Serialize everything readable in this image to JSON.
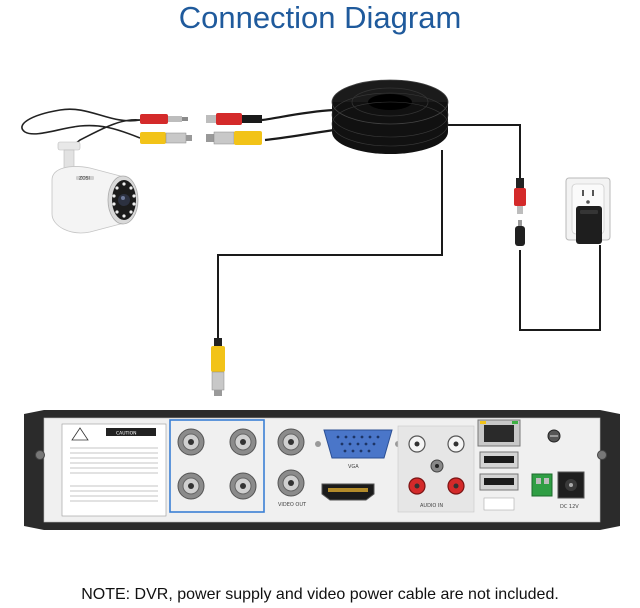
{
  "title": "Connection Diagram",
  "note": "NOTE: DVR, power supply and video power cable are not included.",
  "camera": {
    "brand": "ZOSI"
  },
  "dvr": {
    "caution_label": "CAUTION",
    "vga_label": "VGA",
    "audio_in_label": "AUDIO IN",
    "video_out_label": "VIDEO OUT",
    "power_label": "DC 12V"
  },
  "colors": {
    "title": "#1f5a9c",
    "cable": "#1a1a1a",
    "bnc_yellow": "#f2c318",
    "power_red": "#d42a2a",
    "highlight": "#3b7fd4"
  }
}
